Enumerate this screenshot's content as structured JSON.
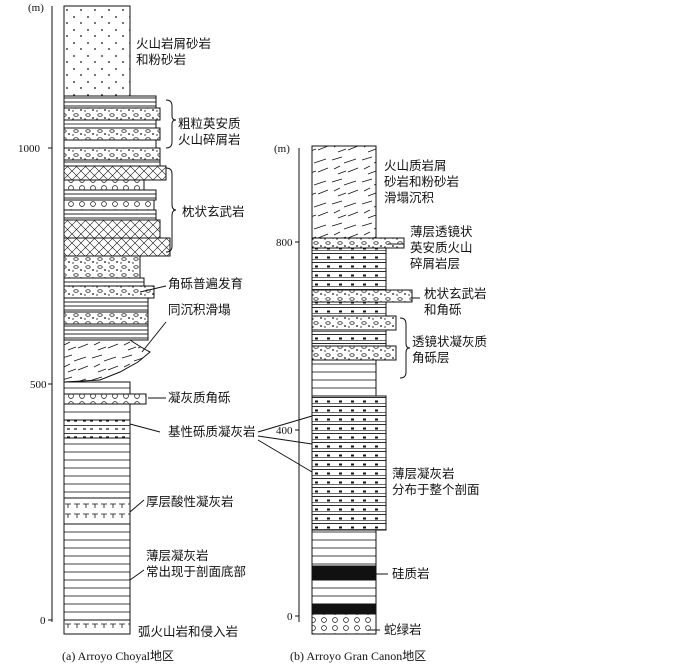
{
  "columns": {
    "a": {
      "caption": "(a) Arroyo Choyal地区",
      "unit": "(m)",
      "ticks": [
        {
          "value": 1000,
          "label": "1000"
        },
        {
          "value": 500,
          "label": "500"
        },
        {
          "value": 0,
          "label": "0"
        }
      ],
      "labels": {
        "volcanic_sandstone": [
          "火山岩屑砂岩",
          "和粉砂岩"
        ],
        "andesitic_clastics": [
          "粗粒英安质",
          "火山碎屑岩"
        ],
        "pillow_basalt": "枕状玄武岩",
        "breccia_common": "角砾普遍发育",
        "syn_slump": "同沉积滑塌",
        "tuff_breccia": "凝灰质角砾",
        "basic_tuff": "基性砾质凝灰岩",
        "thick_acid_tuff": "厚层酸性凝灰岩",
        "thin_tuff": [
          "薄层凝灰岩",
          "常出现于剖面底部"
        ],
        "base": "弧火山岩和侵入岩"
      }
    },
    "b": {
      "caption": "(b) Arroyo Gran Canon地区",
      "unit": "(m)",
      "ticks": [
        {
          "value": 800,
          "label": "800"
        },
        {
          "value": 400,
          "label": "400"
        },
        {
          "value": 0,
          "label": "0"
        }
      ],
      "labels": {
        "volcanic_slump": [
          "火山质岩屑",
          "砂岩和粉砂岩",
          "滑塌沉积"
        ],
        "lens_dacite": [
          "薄层透镜状",
          "英安质火山",
          "碎屑岩层"
        ],
        "pillow_basalt_breccia": [
          "枕状玄武岩",
          "和角砾"
        ],
        "lens_tuff_breccia": [
          "透镜状凝灰质",
          "角砾层"
        ],
        "thin_tuff": [
          "薄层凝灰岩",
          "分布于整个剖面"
        ],
        "chert": "硅质岩",
        "serpentinite": "蛇绿岩"
      }
    }
  }
}
